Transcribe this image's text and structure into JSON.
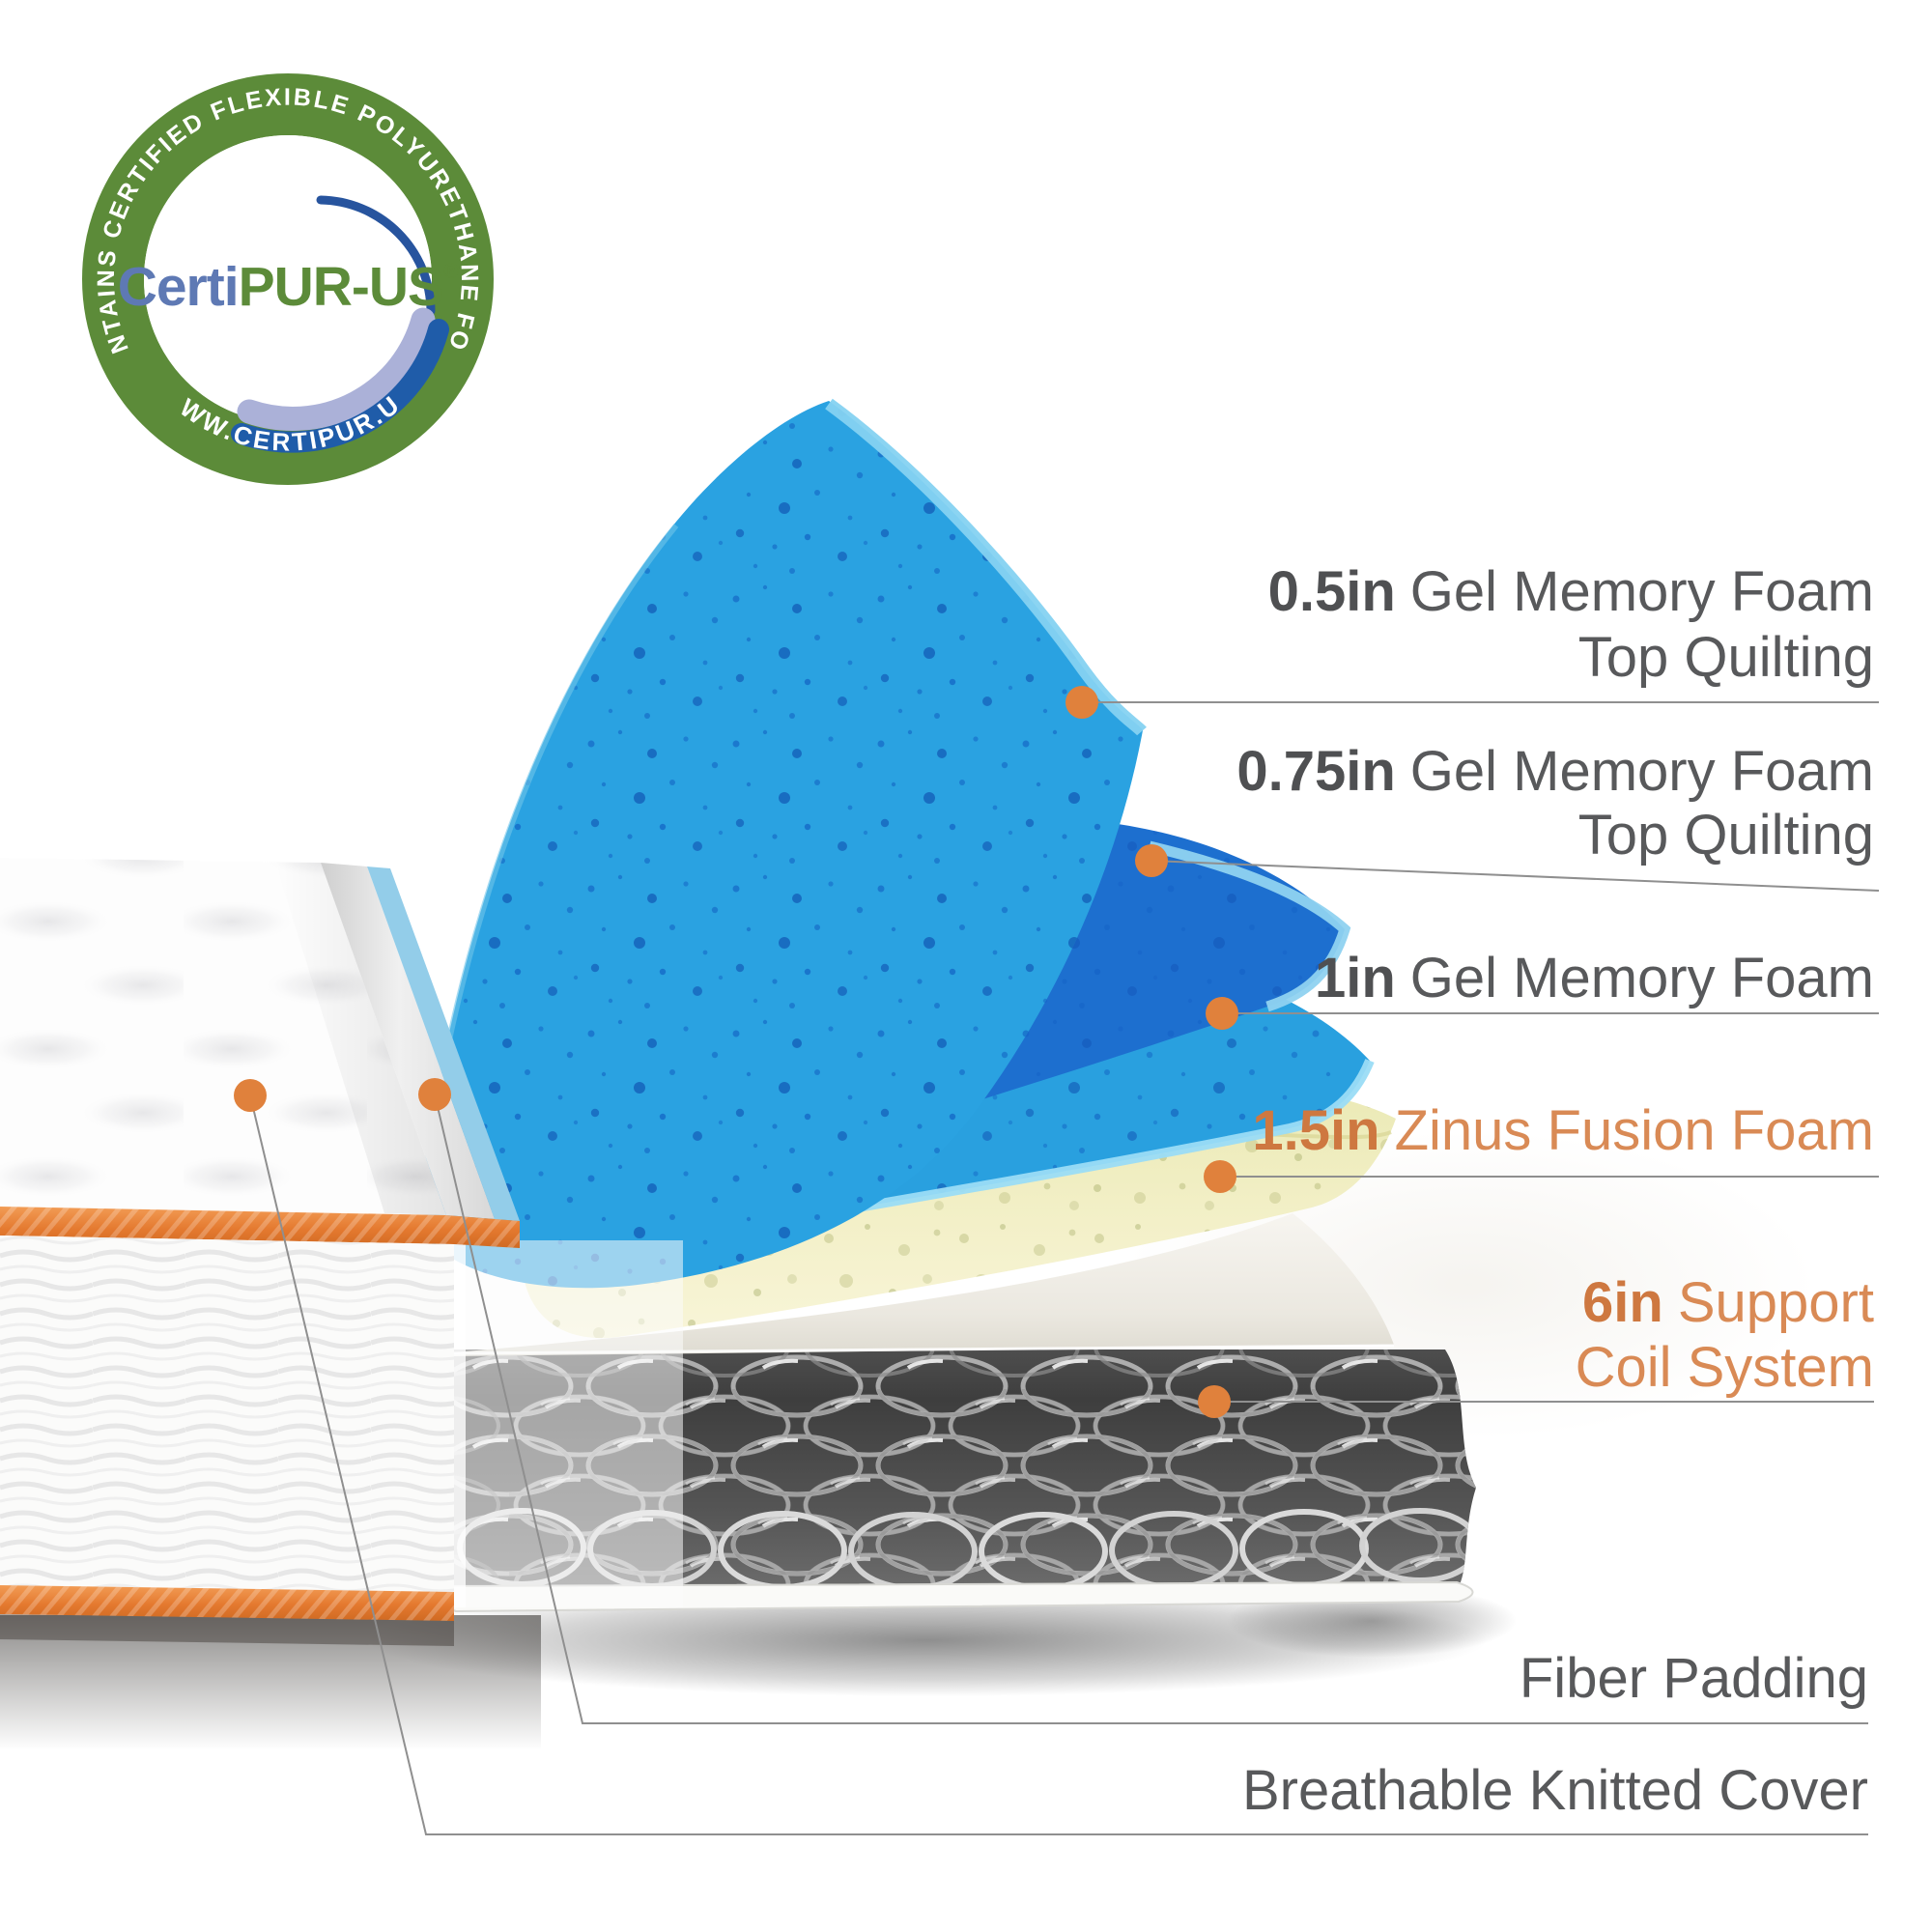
{
  "certification_logo": {
    "ring_text_top": "CONTAINS CERTIFIED FLEXIBLE POLYURETHANE FOAM",
    "ring_text_bottom": "WWW.CERTIPUR.US",
    "brand_part_blue": "Certi",
    "brand_part_green": "PUR-US",
    "registered_mark": "®"
  },
  "layer_labels": [
    {
      "measure": "0.5in",
      "name": "Gel Memory Foam",
      "line2": "Top Quilting",
      "style": "gray"
    },
    {
      "measure": "0.75in",
      "name": "Gel Memory Foam",
      "line2": "Top Quilting",
      "style": "gray"
    },
    {
      "measure": "1in",
      "name": "Gel Memory Foam",
      "line2": "",
      "style": "gray"
    },
    {
      "measure": "1.5in",
      "name": "Zinus Fusion Foam",
      "line2": "",
      "style": "orange"
    },
    {
      "measure": "6in",
      "name": "Support",
      "line2": "Coil System",
      "style": "orange"
    },
    {
      "text": "Fiber Padding",
      "style": "gray"
    },
    {
      "text": "Breathable Knitted Cover",
      "style": "gray"
    }
  ],
  "colors": {
    "label_gray": "#58595B",
    "label_orange": "#D98A55",
    "accent_dot_orange": "#E0813C",
    "leader_line_gray": "#8F8F8F",
    "gel_foam_bright_blue": "#2AA2E1",
    "gel_foam_royal_blue": "#1D6FCF",
    "gel_edge_cyan": "#8FD2F0",
    "fusion_foam_yellow": "#F1EEC0",
    "support_board_cream": "#F3F1E9",
    "coil_steel_gray": "#4A4A4A",
    "mattress_trim_orange": "#E4792F",
    "logo_ring_green": "#5C8B39",
    "logo_brand_blue": "#5E79B4",
    "logo_swoosh_periwinkle": "#ABB1D8",
    "logo_swoosh_blue": "#1F5CA9"
  }
}
